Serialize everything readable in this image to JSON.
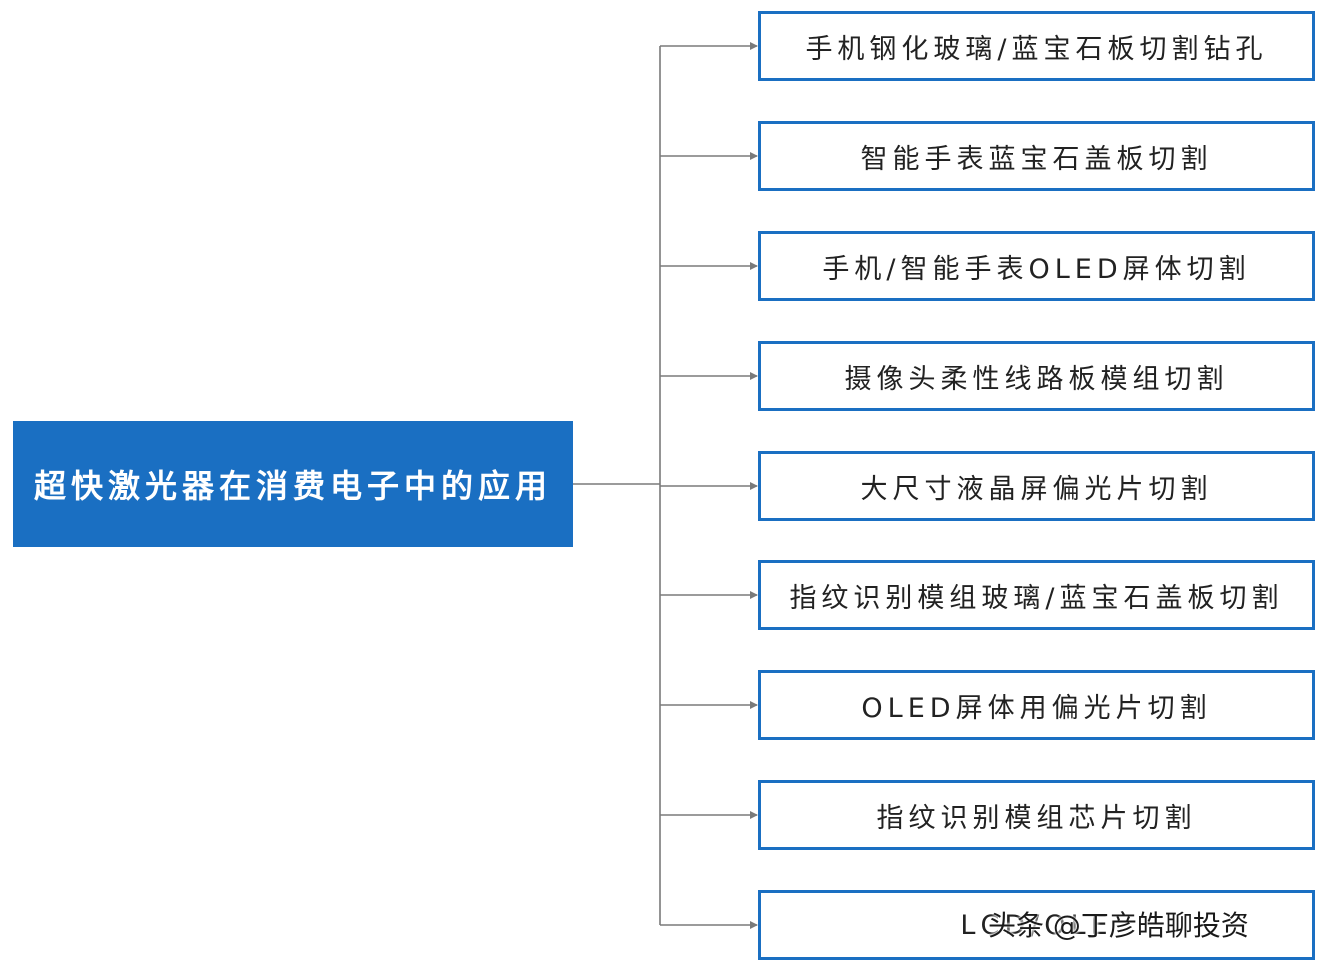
{
  "root": {
    "label": "超快激光器在消费电子中的应用"
  },
  "items": [
    {
      "label": "手机钢化玻璃/蓝宝石板切割钻孔"
    },
    {
      "label": "智能手表蓝宝石盖板切割"
    },
    {
      "label": "手机/智能手表OLED屏体切割"
    },
    {
      "label": "摄像头柔性线路板模组切割"
    },
    {
      "label": "大尺寸液晶屏偏光片切割"
    },
    {
      "label": "指纹识别模组玻璃/蓝宝石盖板切割"
    },
    {
      "label": "OLED屏体用偏光片切割"
    },
    {
      "label": "指纹识别模组芯片切割"
    },
    {
      "label": "LCD/OLE"
    }
  ],
  "watermark": "头条 @丁彦皓聊投资",
  "colors": {
    "accent": "#1a6fc2",
    "line": "#7a7a7a"
  }
}
